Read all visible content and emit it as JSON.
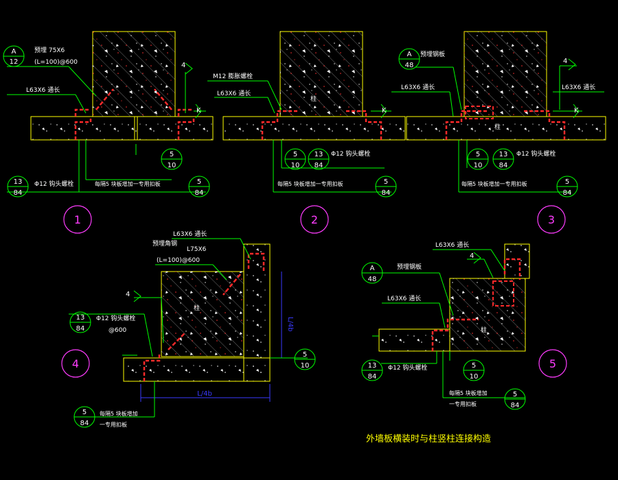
{
  "colors": {
    "background": "#000000",
    "leader": "#00ff00",
    "outline": "#ffff00",
    "angle": "#ff2a2a",
    "dimension": "#3a3aff",
    "detail_circle": "#ff3cff",
    "hatch": "#d8d8d8",
    "text": "#ffffff"
  },
  "details": {
    "d1": {
      "number": "1",
      "ref_a": {
        "top": "A",
        "bottom": "12"
      },
      "a_note1": "预埋 75X6",
      "a_note2": "(L=100)@600",
      "angle_note": "L63X6 通长",
      "weld_4": "4",
      "weld_k": "K",
      "ref_5_10": {
        "top": "5",
        "bottom": "10"
      },
      "ref_13_84": {
        "top": "13",
        "bottom": "84"
      },
      "bolt_note": "Φ12 钩头螺栓",
      "spacing_note": "每隔5 块板增加一专用扣板",
      "ref_5_84": {
        "top": "5",
        "bottom": "84"
      }
    },
    "d2": {
      "number": "2",
      "anchor_note": "M12 膨胀螺栓",
      "angle_note": "L63X6 通长",
      "column_label": "柱",
      "weld_k": "K",
      "ref_5_10": {
        "top": "5",
        "bottom": "10"
      },
      "ref_13_84": {
        "top": "13",
        "bottom": "84"
      },
      "bolt_note": "Φ12 钩头螺栓",
      "spacing_note": "每隔5 块板增加一专用扣板",
      "ref_5_84": {
        "top": "5",
        "bottom": "84"
      }
    },
    "d3": {
      "number": "3",
      "ref_a": {
        "top": "A",
        "bottom": "48"
      },
      "embed_note": "预埋钢板",
      "angle_note_left": "L63X6 通长",
      "angle_note_right": "L63X6 通长",
      "weld_4": "4",
      "weld_k": "K",
      "column_label": "柱",
      "ref_5_10": {
        "top": "5",
        "bottom": "10"
      },
      "ref_13_84": {
        "top": "13",
        "bottom": "84"
      },
      "bolt_note": "Φ12 钩头螺栓",
      "spacing_note": "每隔5 块板增加一专用扣板",
      "ref_5_84": {
        "top": "5",
        "bottom": "84"
      }
    },
    "d4": {
      "number": "4",
      "angle_note_top": "L63X6 通长",
      "embed_note1": "预埋角钢",
      "embed_note2": "L75X6",
      "embed_note3": "(L=100)@600",
      "weld_4": "4",
      "column_label": "柱",
      "ref_13_84": {
        "top": "13",
        "bottom": "84"
      },
      "bolt_note": "Φ12 钩头螺栓",
      "bolt_spacing": "@600",
      "dim_vertical": "L/4b",
      "dim_horizontal": "L/4b",
      "ref_5_10": {
        "top": "5",
        "bottom": "10"
      },
      "ref_5_84": {
        "top": "5",
        "bottom": "84"
      },
      "spacing_note1": "每隔5 块板增加",
      "spacing_note2": "一专用扣板"
    },
    "d5": {
      "number": "5",
      "angle_note_top": "L63X6 通长",
      "ref_a": {
        "top": "A",
        "bottom": "48"
      },
      "embed_note": "预埋钢板",
      "weld_4": "4",
      "angle_note_mid": "L63X6 通长",
      "column_label": "柱",
      "ref_13_84": {
        "top": "13",
        "bottom": "84"
      },
      "bolt_note": "Φ12 钩头螺栓",
      "ref_5_10": {
        "top": "5",
        "bottom": "10"
      },
      "spacing_note1": "每隔5 块板增加",
      "spacing_note2": "一专用扣板",
      "ref_5_84": {
        "top": "5",
        "bottom": "84"
      }
    }
  },
  "caption": "外墙板横装时与柱竖柱连接构造"
}
